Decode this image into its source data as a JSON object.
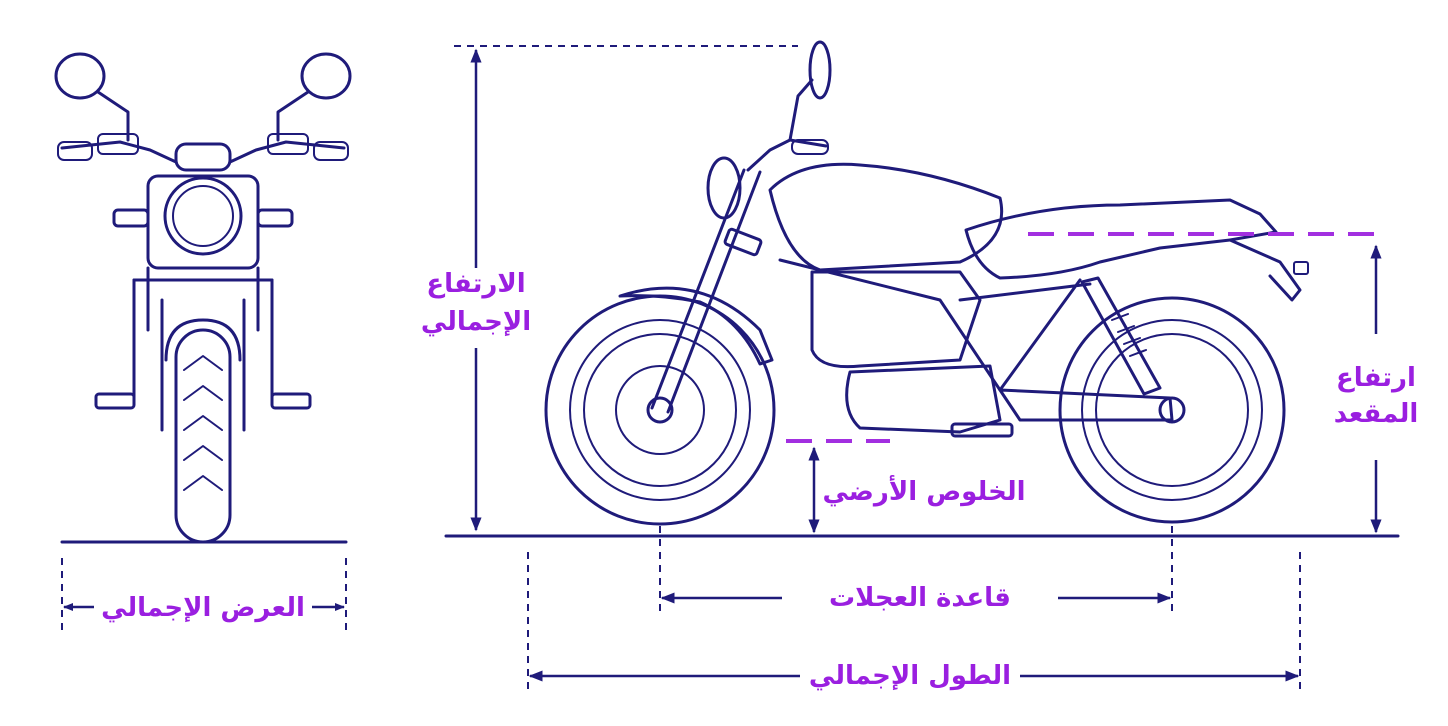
{
  "labels": {
    "overall_height_line1": "الارتفاع",
    "overall_height_line2": "الإجمالي",
    "seat_height_line1": "ارتفاع",
    "seat_height_line2": "المقعد",
    "ground_clearance": "الخلوص الأرضي",
    "wheelbase": "قاعدة العجلات",
    "overall_length": "الطول الإجمالي",
    "overall_width": "العرض الإجمالي"
  },
  "colors": {
    "line": "#1f1b7a",
    "label": "#9a1fe0",
    "reference_dash": "#a22fe0",
    "background": "#ffffff"
  }
}
